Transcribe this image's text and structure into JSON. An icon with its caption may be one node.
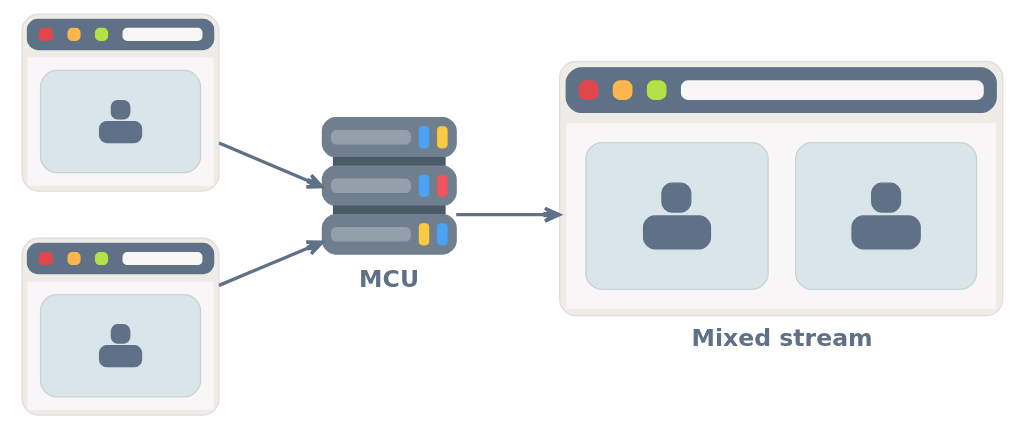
{
  "diagram": {
    "nodes": [
      {
        "text": [],
        "shape": "picture"
      },
      {
        "text": [],
        "shape": "picture"
      },
      {
        "text": [
          "MCU"
        ]
      },
      {
        "text": [
          "Mixed stream"
        ]
      }
    ],
    "edges": [
      {
        "from": 0,
        "to": 2,
        "arrow": "to"
      },
      {
        "from": 1,
        "to": 2,
        "arrow": "to"
      },
      {
        "from": 2,
        "to": 3,
        "arrow": "to"
      }
    ]
  }
}
